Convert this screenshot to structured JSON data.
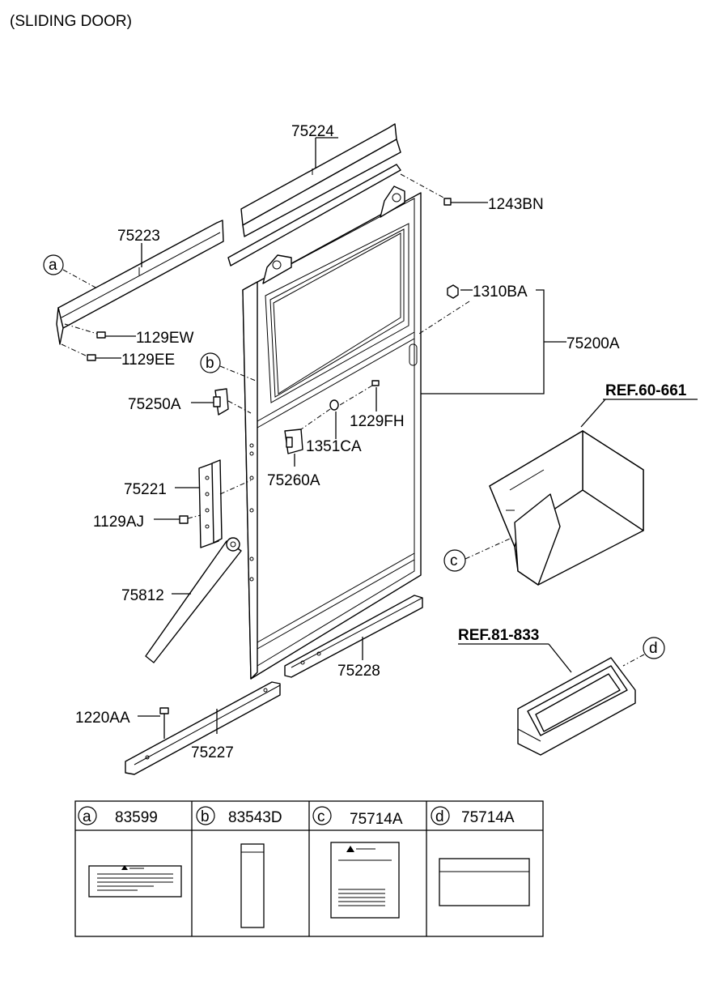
{
  "title": "(SLIDING DOOR)",
  "parts": {
    "p75224": "75224",
    "p1243BN": "1243BN",
    "p75223": "75223",
    "p1310BA": "1310BA",
    "p75200A": "75200A",
    "p1129EW": "1129EW",
    "p1129EE": "1129EE",
    "p75250A": "75250A",
    "p1229FH": "1229FH",
    "p1351CA": "1351CA",
    "p75260A": "75260A",
    "p75221": "75221",
    "p1129AJ": "1129AJ",
    "p75812": "75812",
    "p75228": "75228",
    "p1220AA": "1220AA",
    "p75227": "75227"
  },
  "refs": {
    "ref1": "REF.60-661",
    "ref2": "REF.81-833"
  },
  "callouts": {
    "a": "a",
    "b": "b",
    "c": "c",
    "d": "d"
  },
  "labels_table": [
    {
      "letter": "a",
      "code": "83599"
    },
    {
      "letter": "b",
      "code": "83543D"
    },
    {
      "letter": "c",
      "code": "75714A"
    },
    {
      "letter": "d",
      "code": "75714A"
    }
  ],
  "icons": [
    "warning-triangle-icon"
  ]
}
